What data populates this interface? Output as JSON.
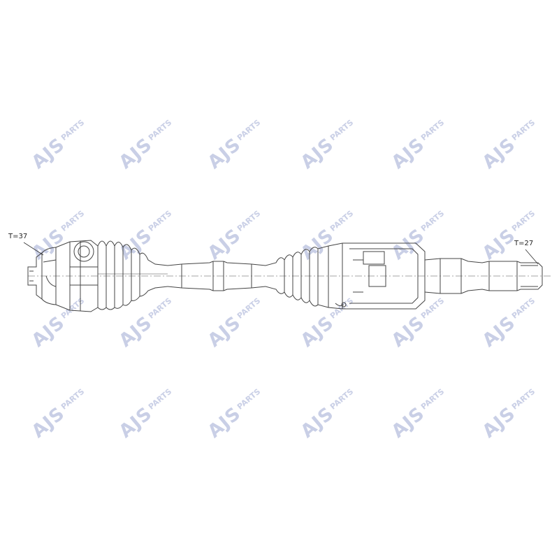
{
  "watermark": {
    "brand": "AJS",
    "sub": "PARTS",
    "color": "#c9cfe6"
  },
  "callouts": {
    "left_teeth": "T=37",
    "right_teeth": "T=27"
  },
  "line_color": "#444444"
}
